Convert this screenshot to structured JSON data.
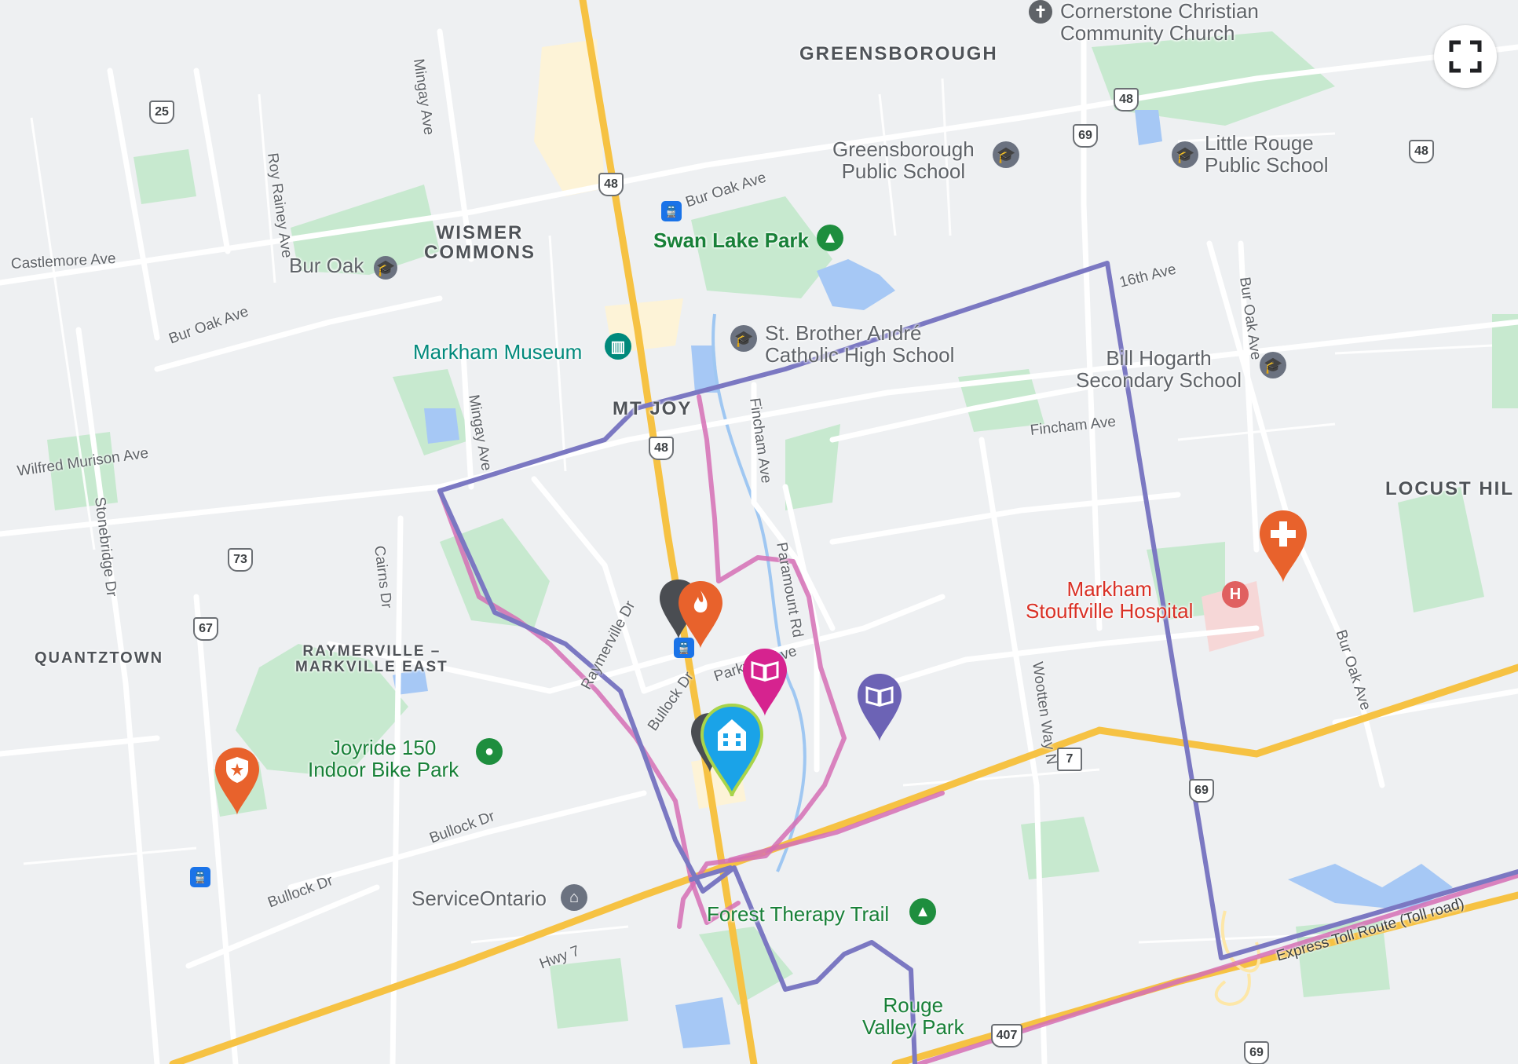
{
  "neighbourhoods": {
    "greensborough": "GREENSBOROUGH",
    "wismer": "WISMER\nCOMMONS",
    "mt_joy": "MT JOY",
    "locust_hill": "LOCUST HIL",
    "quantztown": "QUANTZTOWN",
    "raymerville": "RAYMERVILLE –\nMARKVILLE EAST"
  },
  "streets": {
    "castlemore": "Castlemore Ave",
    "bur_oak_w": "Bur Oak Ave",
    "bur_oak_n": "Bur Oak Ave",
    "bur_oak_ne": "Bur Oak Ave",
    "bur_oak_e": "Bur Oak Ave",
    "roy_rainey": "Roy Rainey Ave",
    "mingay_n": "Mingay Ave",
    "mingay_s": "Mingay Ave",
    "wilfred": "Wilfred Murison Ave",
    "stonebridge": "Stonebridge Dr",
    "cairns": "Cairns Dr",
    "raymerville_dr": "Raymerville Dr",
    "bullock_n": "Bullock Dr",
    "bullock_mid": "Bullock Dr",
    "bullock_w": "Bullock Dr",
    "parkway": "Parkway Ave",
    "fincham_v": "Fincham Ave",
    "fincham_h": "Fincham Ave",
    "paramount": "Paramount Rd",
    "wootten": "Wootten Way N",
    "sixteenth": "16th Ave",
    "hwy7": "Hwy 7",
    "express": "Express Toll Route (Toll road)"
  },
  "pois": {
    "cornerstone": "Cornerstone Christian\nCommunity Church",
    "greensborough_ps": "Greensborough\nPublic School",
    "little_rouge": "Little Rouge\nPublic School",
    "swan_lake": "Swan Lake Park",
    "bur_oak_school": "Bur Oak",
    "markham_museum": "Markham Museum",
    "st_brother": "St. Brother André\nCatholic High School",
    "bill_hogarth": "Bill Hogarth\nSecondary School",
    "hospital": "Markham\nStouffville Hospital",
    "joyride": "Joyride 150\nIndoor Bike Park",
    "service_ontario": "ServiceOntario",
    "forest_therapy": "Forest Therapy Trail",
    "rouge_valley": "Rouge\nValley Park"
  },
  "shields": [
    "25",
    "48",
    "48",
    "48",
    "69",
    "48",
    "73",
    "67",
    "7",
    "69",
    "407",
    "69"
  ],
  "markers": {
    "home": "house-icon",
    "fire": "fire-station-icon",
    "library_pink": "library-icon",
    "library_purple": "library-icon",
    "hospital": "hospital-cross-icon",
    "police": "police-badge-icon",
    "gray_a": "poi-pin-icon",
    "gray_b": "poi-pin-icon"
  },
  "colors": {
    "land": "#eef0f2",
    "park": "#c7e9cf",
    "water": "#a6c8f5",
    "highway": "#f6c243",
    "boundary_purple": "#7b78c2",
    "boundary_pink": "#d56fb5",
    "home_marker": "#1aa3e8",
    "fire_marker": "#e8622c",
    "library_pink": "#d6238f",
    "library_purple": "#6c63b5",
    "hospital_marker": "#e8622c"
  },
  "controls": {
    "fullscreen": "fullscreen-icon"
  }
}
